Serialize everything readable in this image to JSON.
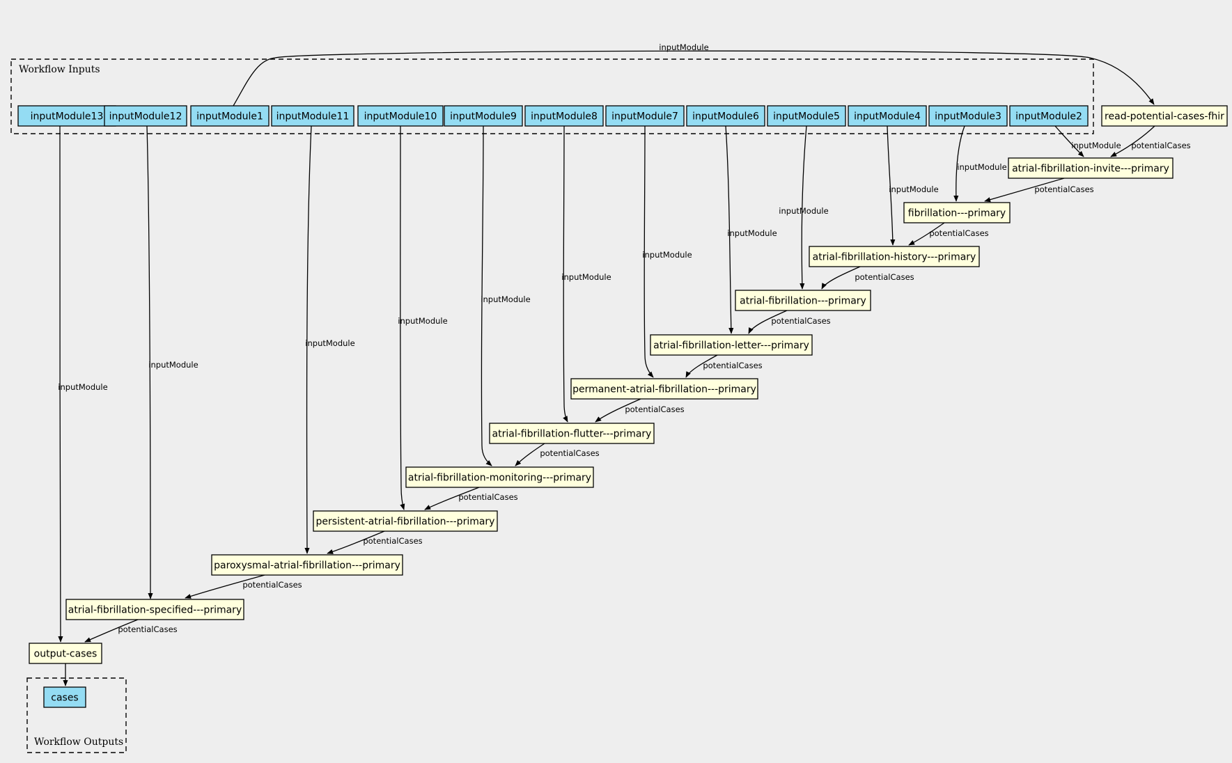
{
  "colors": {
    "input": "#94dcf3",
    "step": "#ffffdd",
    "edge": "#000000",
    "background": "#eeeeee"
  },
  "clusters": {
    "inputs_label": "Workflow Inputs",
    "outputs_label": "Workflow Outputs"
  },
  "nodes": [
    {
      "id": "in13",
      "label": "inputModule13",
      "kind": "input"
    },
    {
      "id": "in12",
      "label": "inputModule12",
      "kind": "input"
    },
    {
      "id": "in1",
      "label": "inputModule1",
      "kind": "input"
    },
    {
      "id": "in11",
      "label": "inputModule11",
      "kind": "input"
    },
    {
      "id": "in10",
      "label": "inputModule10",
      "kind": "input"
    },
    {
      "id": "in9",
      "label": "inputModule9",
      "kind": "input"
    },
    {
      "id": "in8",
      "label": "inputModule8",
      "kind": "input"
    },
    {
      "id": "in7",
      "label": "inputModule7",
      "kind": "input"
    },
    {
      "id": "in6",
      "label": "inputModule6",
      "kind": "input"
    },
    {
      "id": "in5",
      "label": "inputModule5",
      "kind": "input"
    },
    {
      "id": "in4",
      "label": "inputModule4",
      "kind": "input"
    },
    {
      "id": "in3",
      "label": "inputModule3",
      "kind": "input"
    },
    {
      "id": "in2",
      "label": "inputModule2",
      "kind": "input"
    },
    {
      "id": "read",
      "label": "read-potential-cases-fhir",
      "kind": "step"
    },
    {
      "id": "invite",
      "label": "atrial-fibrillation-invite---primary",
      "kind": "step"
    },
    {
      "id": "fib",
      "label": "fibrillation---primary",
      "kind": "step"
    },
    {
      "id": "history",
      "label": "atrial-fibrillation-history---primary",
      "kind": "step"
    },
    {
      "id": "af",
      "label": "atrial-fibrillation---primary",
      "kind": "step"
    },
    {
      "id": "letter",
      "label": "atrial-fibrillation-letter---primary",
      "kind": "step"
    },
    {
      "id": "perm",
      "label": "permanent-atrial-fibrillation---primary",
      "kind": "step"
    },
    {
      "id": "flutter",
      "label": "atrial-fibrillation-flutter---primary",
      "kind": "step"
    },
    {
      "id": "monitor",
      "label": "atrial-fibrillation-monitoring---primary",
      "kind": "step"
    },
    {
      "id": "persist",
      "label": "persistent-atrial-fibrillation---primary",
      "kind": "step"
    },
    {
      "id": "parox",
      "label": "paroxysmal-atrial-fibrillation---primary",
      "kind": "step"
    },
    {
      "id": "spec",
      "label": "atrial-fibrillation-specified---primary",
      "kind": "step"
    },
    {
      "id": "out",
      "label": "output-cases",
      "kind": "step"
    },
    {
      "id": "cases",
      "label": "cases",
      "kind": "input"
    }
  ],
  "edges": [
    {
      "from": "in1",
      "to": "read",
      "label": "inputModule"
    },
    {
      "from": "in2",
      "to": "invite",
      "label": "inputModule"
    },
    {
      "from": "read",
      "to": "invite",
      "label": "potentialCases"
    },
    {
      "from": "invite",
      "to": "fib",
      "label": "potentialCases"
    },
    {
      "from": "in3",
      "to": "fib",
      "label": "inputModule"
    },
    {
      "from": "fib",
      "to": "history",
      "label": "potentialCases"
    },
    {
      "from": "in4",
      "to": "history",
      "label": "inputModule"
    },
    {
      "from": "history",
      "to": "af",
      "label": "potentialCases"
    },
    {
      "from": "in5",
      "to": "af",
      "label": "inputModule"
    },
    {
      "from": "af",
      "to": "letter",
      "label": "potentialCases"
    },
    {
      "from": "in6",
      "to": "letter",
      "label": "inputModule"
    },
    {
      "from": "letter",
      "to": "perm",
      "label": "potentialCases"
    },
    {
      "from": "in7",
      "to": "perm",
      "label": "inputModule"
    },
    {
      "from": "perm",
      "to": "flutter",
      "label": "potentialCases"
    },
    {
      "from": "in8",
      "to": "flutter",
      "label": "inputModule"
    },
    {
      "from": "flutter",
      "to": "monitor",
      "label": "potentialCases"
    },
    {
      "from": "in9",
      "to": "monitor",
      "label": "inputModule"
    },
    {
      "from": "monitor",
      "to": "persist",
      "label": "potentialCases"
    },
    {
      "from": "in10",
      "to": "persist",
      "label": "inputModule"
    },
    {
      "from": "persist",
      "to": "parox",
      "label": "potentialCases"
    },
    {
      "from": "in11",
      "to": "parox",
      "label": "inputModule"
    },
    {
      "from": "parox",
      "to": "spec",
      "label": "potentialCases"
    },
    {
      "from": "in12",
      "to": "spec",
      "label": "inputModule"
    },
    {
      "from": "spec",
      "to": "out",
      "label": "potentialCases"
    },
    {
      "from": "in13",
      "to": "out",
      "label": "inputModule"
    },
    {
      "from": "out",
      "to": "cases",
      "label": ""
    }
  ]
}
